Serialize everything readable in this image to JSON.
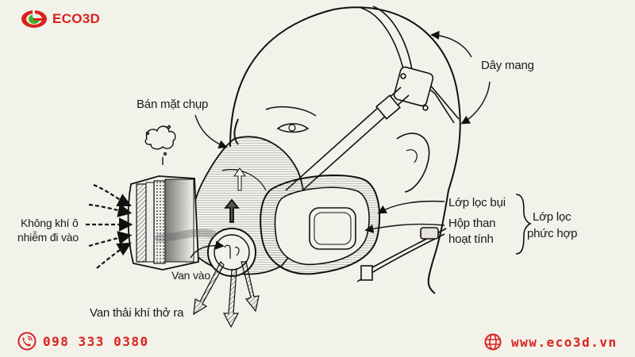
{
  "brand": {
    "name": "ECO3D",
    "logo_icon": "eco3d-logo-icon",
    "colors": {
      "red": "#d9221d",
      "green": "#3fae2a",
      "background": "#f2f1ea",
      "ink": "#1a1a1a"
    }
  },
  "diagram": {
    "subject": "half-face respirator mask on head",
    "labels": {
      "straps": "Dây mang",
      "half_mask": "Bán mặt chụp",
      "dust_filter_layer": "Lớp lọc bụi",
      "carbon_box_line1": "Hộp than",
      "carbon_box_line2": "hoạt tính",
      "composite_filter_line1": "Lớp lọc",
      "composite_filter_line2": "phức hợp",
      "polluted_air_line1": "Không khí ô",
      "polluted_air_line2": "nhiễm đi vào",
      "inhalation_valve": "Van vào",
      "exhalation_valve": "Van thải khí thở ra"
    },
    "icons": [
      "dust-cloud-icon",
      "dashed-airflow-arrows",
      "exhale-arrows"
    ]
  },
  "footer": {
    "phone": "098 333 0380",
    "phone_icon": "phone-icon",
    "website": "www.eco3d.vn",
    "website_icon": "globe-icon"
  }
}
